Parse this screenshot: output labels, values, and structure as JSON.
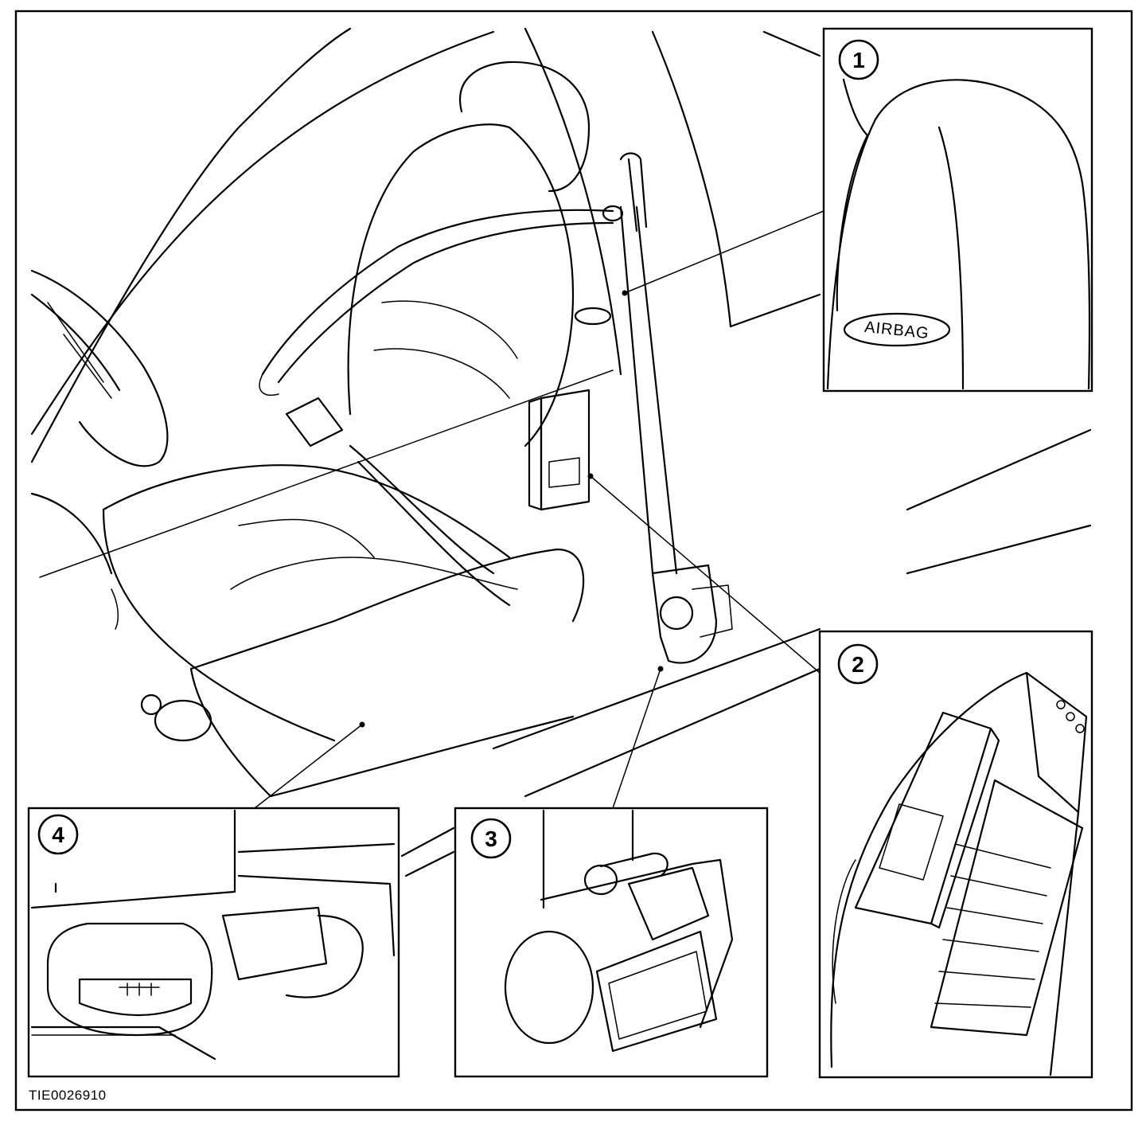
{
  "callouts": [
    {
      "id": "1",
      "label": "1"
    },
    {
      "id": "2",
      "label": "2"
    },
    {
      "id": "3",
      "label": "3"
    },
    {
      "id": "4",
      "label": "4"
    }
  ],
  "embossed_label": "AIRBAG",
  "figure_id": "TIE0026910"
}
